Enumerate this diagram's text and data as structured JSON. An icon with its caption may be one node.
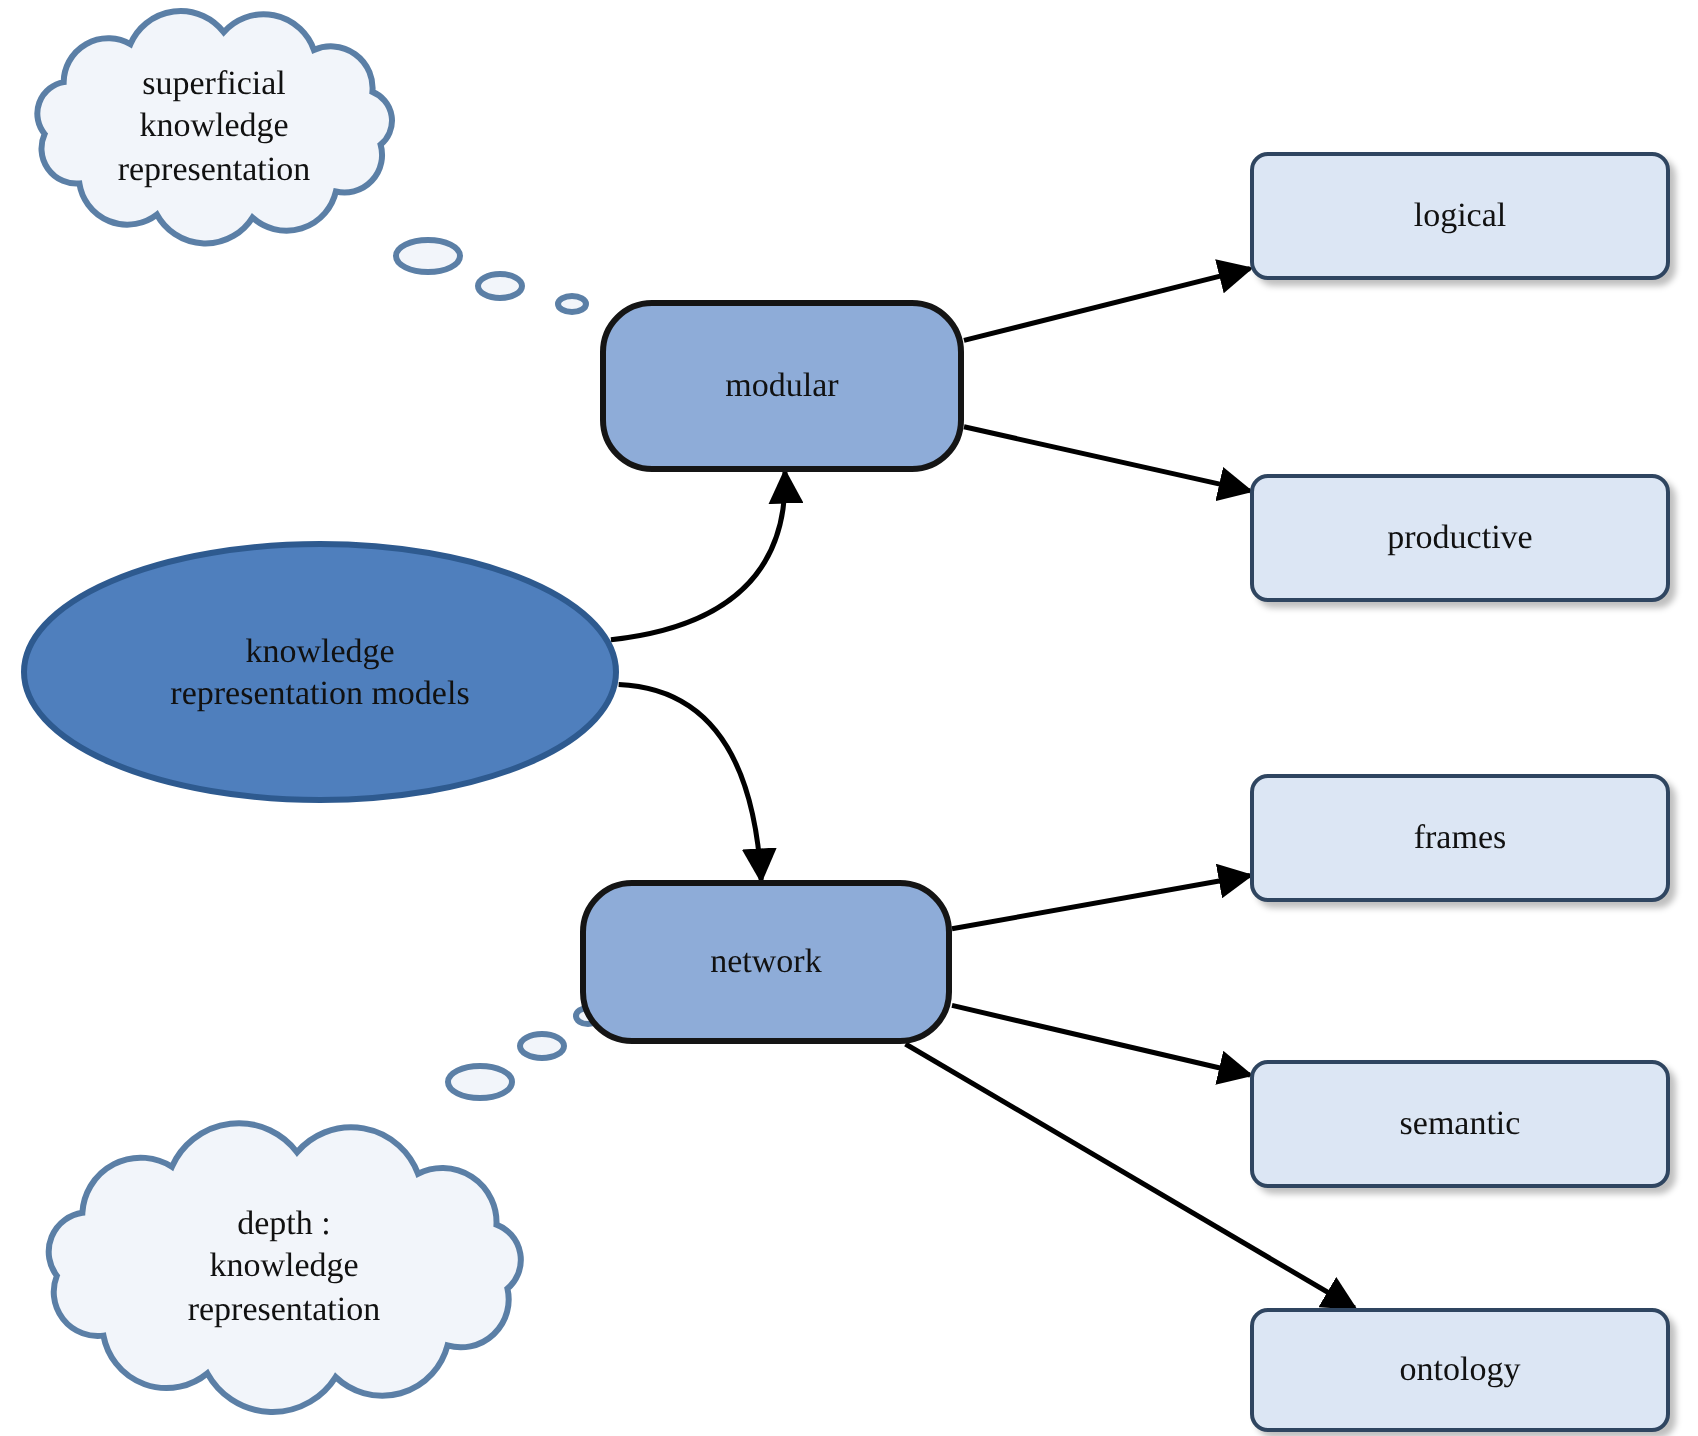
{
  "diagram": {
    "nodes": [
      {
        "text": [
          "superficial knowledge representation"
        ]
      },
      {
        "text": [
          "modular"
        ]
      },
      {
        "text": [
          "knowledge representation models"
        ]
      },
      {
        "text": [
          "logical"
        ]
      },
      {
        "text": [
          "productive"
        ]
      },
      {
        "text": [
          "frames"
        ]
      },
      {
        "text": [
          "network"
        ]
      },
      {
        "text": [
          "semantic"
        ]
      },
      {
        "text": [
          "ontology"
        ]
      },
      {
        "text": [
          "depth : knowledge representation"
        ]
      }
    ],
    "edges": [
      {
        "from": 2,
        "to": 1,
        "arrow": "to"
      },
      {
        "from": 2,
        "to": 6,
        "arrow": "to"
      },
      {
        "from": 1,
        "to": 3,
        "arrow": "to"
      },
      {
        "from": 1,
        "to": 4,
        "arrow": "to"
      },
      {
        "from": 6,
        "to": 5,
        "arrow": "to"
      },
      {
        "from": 6,
        "to": 7,
        "arrow": "to"
      },
      {
        "from": 6,
        "to": 8,
        "arrow": "to"
      }
    ]
  }
}
